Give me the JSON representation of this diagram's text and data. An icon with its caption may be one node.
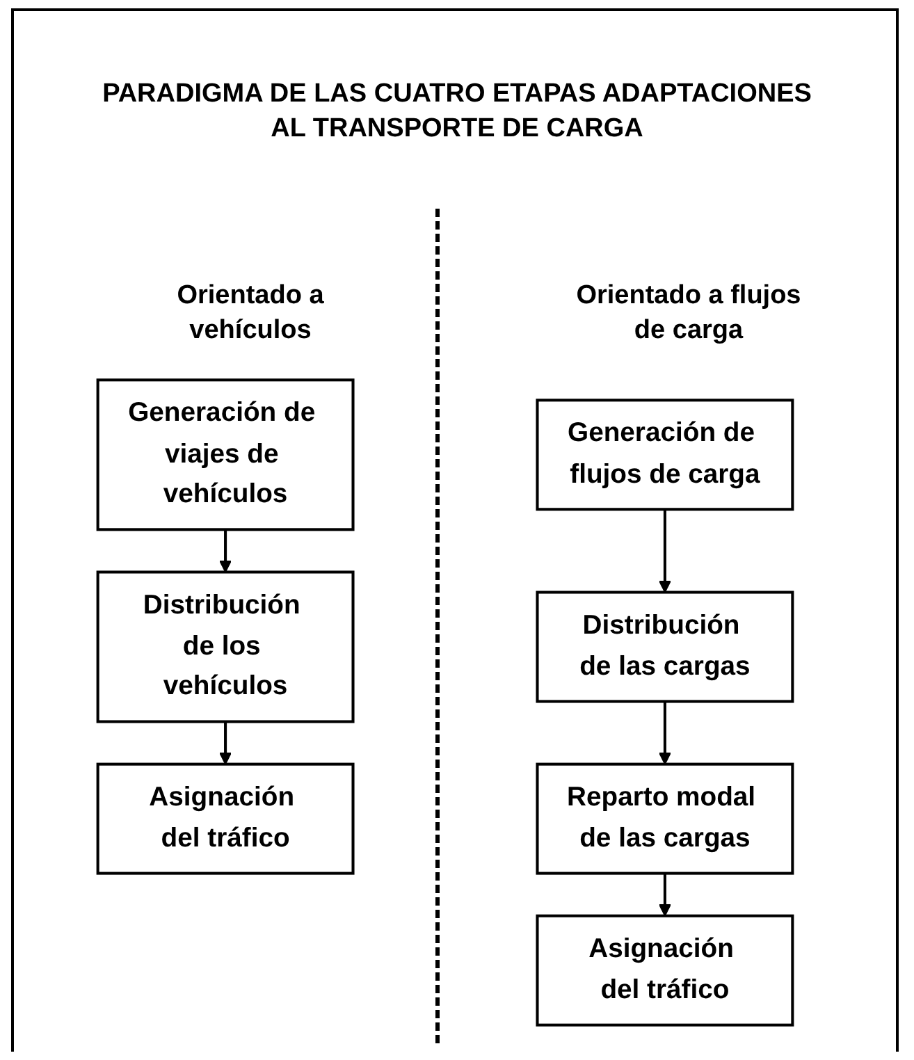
{
  "diagram": {
    "title": "PARADIGMA DE LAS CUATRO ETAPAS ADAPTACIONES AL TRANSPORTE DE CARGA",
    "nodes": [
      {
        "text": [
          "Generación de viajes de vehículos"
        ]
      },
      {
        "text": [
          "Distribución de los vehículos"
        ]
      },
      {
        "text": [
          "Asignación del tráfico"
        ]
      },
      {
        "text": [
          "Generación de flujos de carga"
        ]
      },
      {
        "text": [
          "Distribución de las cargas"
        ]
      },
      {
        "text": [
          "Reparto modal de las cargas"
        ]
      },
      {
        "text": [
          "Asignación del tráfico"
        ]
      }
    ],
    "edges": [
      {
        "from": 0,
        "to": 1,
        "arrow": "to"
      },
      {
        "from": 1,
        "to": 2,
        "arrow": "to"
      },
      {
        "from": 3,
        "to": 4,
        "arrow": "to"
      },
      {
        "from": 4,
        "to": 5,
        "arrow": "to"
      },
      {
        "from": 5,
        "to": 6,
        "arrow": "to"
      }
    ],
    "labels": [
      "Orientado a vehículos",
      "Orientado a flujos de carga"
    ]
  }
}
